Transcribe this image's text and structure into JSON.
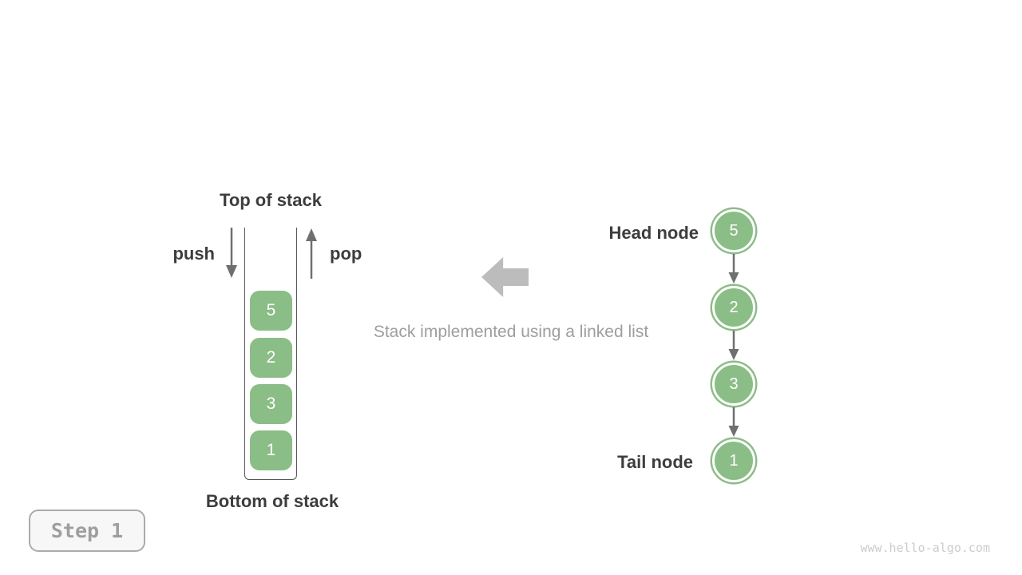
{
  "stack_panel": {
    "top_label": "Top of stack",
    "bottom_label": "Bottom of stack",
    "push_label": "push",
    "pop_label": "pop",
    "items": [
      "5",
      "2",
      "3",
      "1"
    ]
  },
  "center": {
    "caption": "Stack implemented using a linked list"
  },
  "linked_list_panel": {
    "head_label": "Head node",
    "tail_label": "Tail node",
    "nodes": [
      "5",
      "2",
      "3",
      "1"
    ]
  },
  "footer": {
    "step_label": "Step 1",
    "watermark": "www.hello-algo.com"
  },
  "colors": {
    "node_green": "#8BBD86",
    "dark_text": "#3d3d3d",
    "muted_text": "#9e9e9e",
    "arrow_gray": "#6f6f6f",
    "block_arrow_gray": "#bcbcbc",
    "container_line": "#555555",
    "step_border": "#ababab",
    "step_background": "#f7f7f7",
    "watermark_gray": "#cccccc"
  }
}
